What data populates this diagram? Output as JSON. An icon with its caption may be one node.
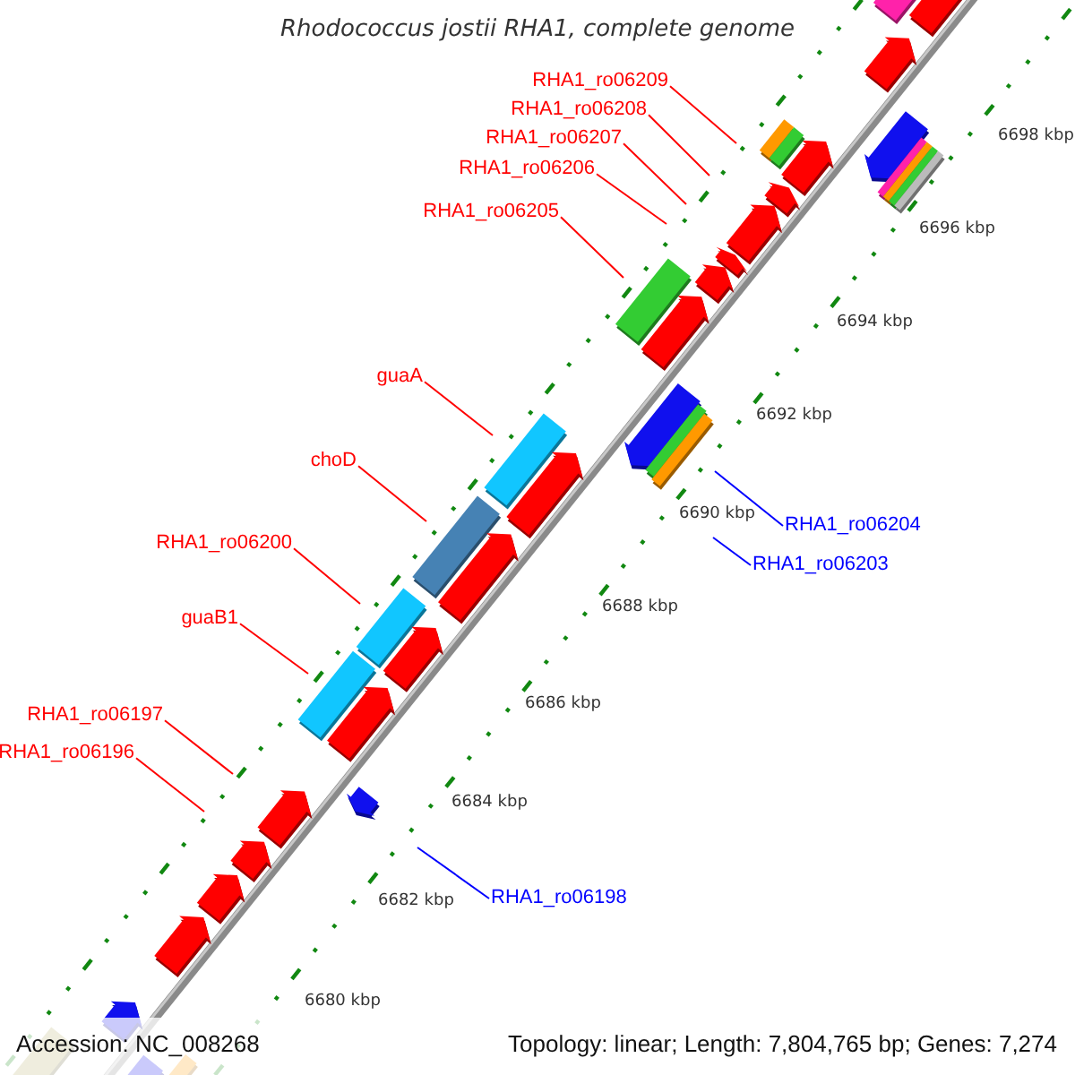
{
  "diagram": {
    "title": "Rhodococcus jostii RHA1, complete genome",
    "nodes": [
      {
        "text": [
          "RHA1_ro06209"
        ]
      },
      {
        "text": [
          "RHA1_ro06208"
        ]
      },
      {
        "text": [
          "RHA1_ro06207"
        ]
      },
      {
        "text": [
          "RHA1_ro06206"
        ]
      },
      {
        "text": [
          "RHA1_ro06205"
        ]
      },
      {
        "text": [
          "guaA"
        ]
      },
      {
        "text": [
          "choD"
        ]
      },
      {
        "text": [
          "RHA1_ro06200"
        ]
      },
      {
        "text": [
          "guaB1"
        ]
      },
      {
        "text": [
          "RHA1_ro06197"
        ]
      },
      {
        "text": [
          "RHA1_ro06196"
        ]
      },
      {
        "text": [
          "RHA1_ro06204"
        ]
      },
      {
        "text": [
          "RHA1_ro06203"
        ]
      },
      {
        "text": [
          "RHA1_ro06198"
        ]
      }
    ],
    "edges": [
      {
        "from": 0,
        "to": null,
        "arrow": "none"
      },
      {
        "from": 1,
        "to": null,
        "arrow": "none"
      },
      {
        "from": 2,
        "to": null,
        "arrow": "none"
      },
      {
        "from": 3,
        "to": null,
        "arrow": "none"
      },
      {
        "from": 4,
        "to": null,
        "arrow": "none"
      },
      {
        "from": 5,
        "to": null,
        "arrow": "none"
      },
      {
        "from": 6,
        "to": null,
        "arrow": "none"
      },
      {
        "from": 7,
        "to": null,
        "arrow": "none"
      },
      {
        "from": 8,
        "to": null,
        "arrow": "none"
      },
      {
        "from": 9,
        "to": null,
        "arrow": "none"
      },
      {
        "from": 10,
        "to": null,
        "arrow": "none"
      },
      {
        "from": 11,
        "to": null,
        "arrow": "none",
        "color": "#0000ff"
      },
      {
        "from": 12,
        "to": null,
        "arrow": "none",
        "color": "#0000ff"
      },
      {
        "from": 13,
        "to": null,
        "arrow": "none",
        "color": "#0000ff"
      }
    ],
    "labels": [
      "6698 kbp",
      "6696 kbp",
      "6694 kbp",
      "6692 kbp",
      "6690 kbp",
      "6688 kbp",
      "6686 kbp",
      "6684 kbp",
      "6682 kbp",
      "6680 kbp",
      "Accession: NC_008268",
      "Topology: linear; Length: 7,804,765 bp; Genes: 7,274"
    ]
  }
}
